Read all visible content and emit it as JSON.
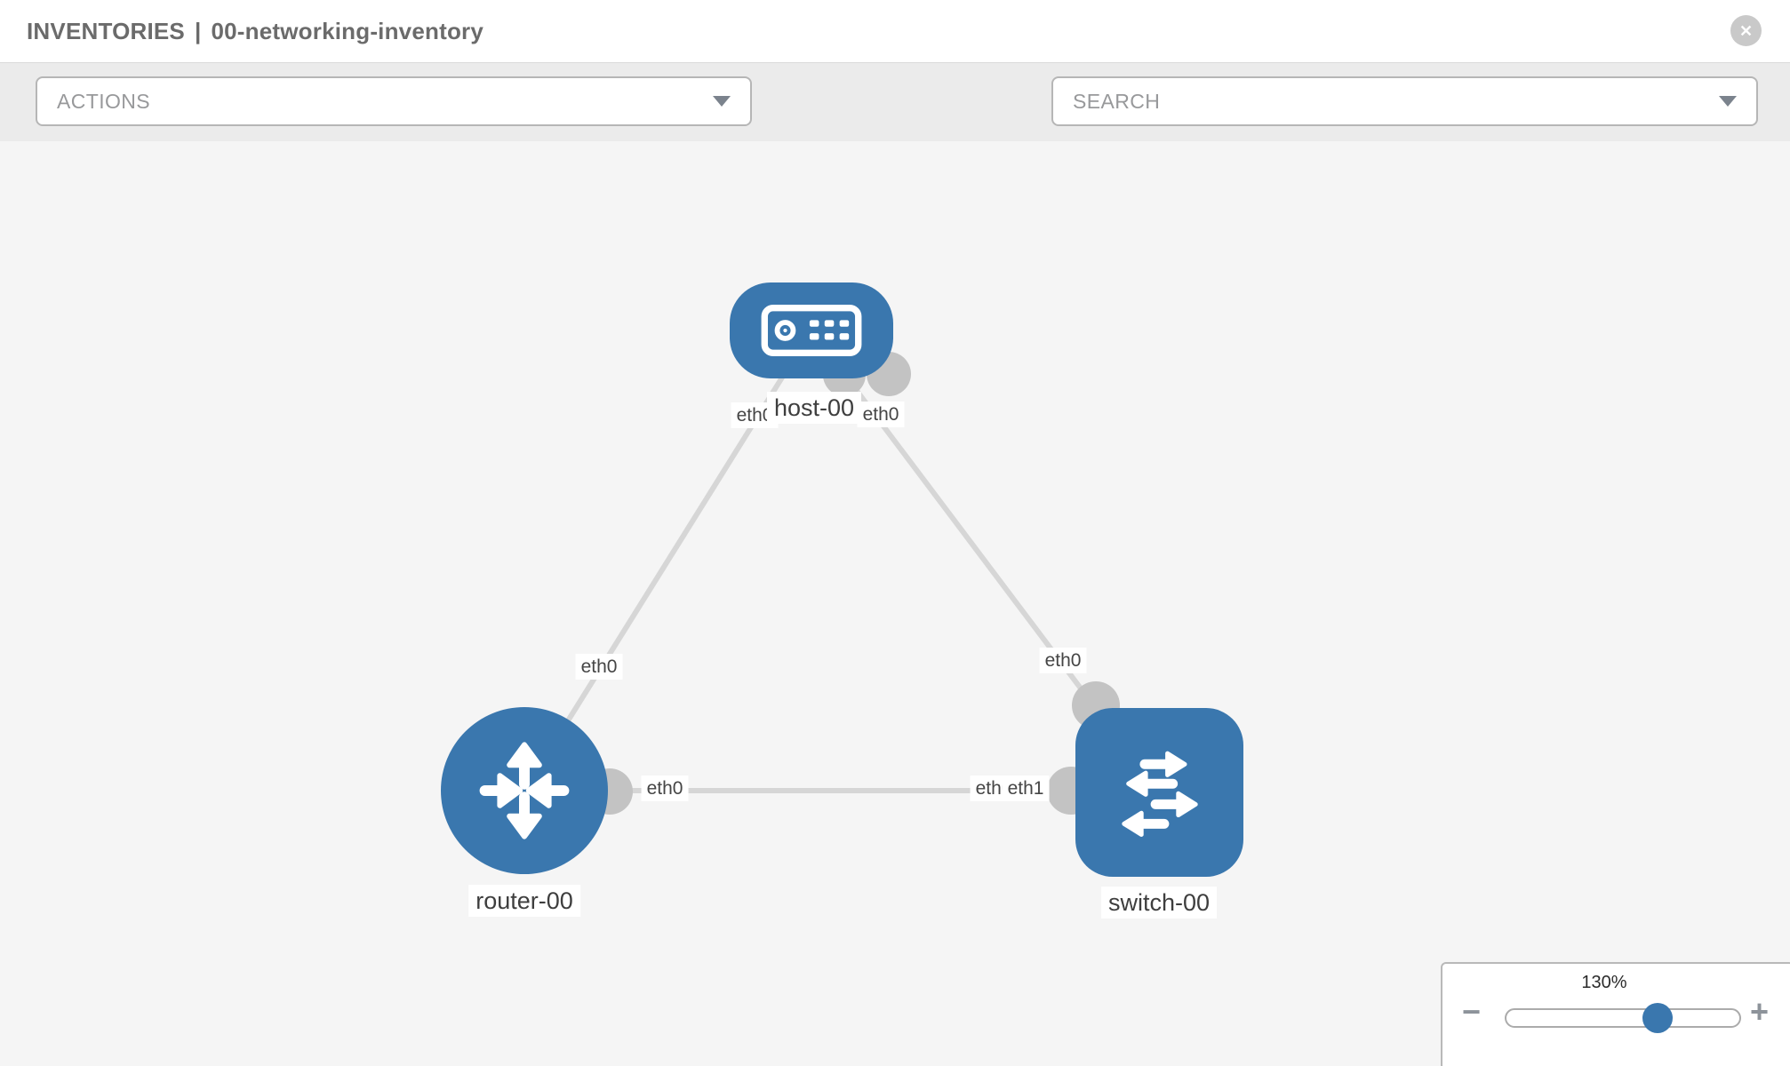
{
  "header": {
    "section_label": "INVENTORIES",
    "separator": "|",
    "inventory_name": "00-networking-inventory"
  },
  "toolbar": {
    "actions_label": "ACTIONS",
    "search_placeholder": "SEARCH"
  },
  "topology": {
    "nodes": [
      {
        "id": "host-00",
        "label": "host-00",
        "type": "host"
      },
      {
        "id": "router-00",
        "label": "router-00",
        "type": "router"
      },
      {
        "id": "switch-00",
        "label": "switch-00",
        "type": "switch"
      }
    ],
    "edges": [
      {
        "from": "host-00",
        "to": "router-00",
        "from_interface": "eth0",
        "to_interface": "eth0"
      },
      {
        "from": "host-00",
        "to": "switch-00",
        "from_interface": "eth0",
        "to_interface": "eth0"
      },
      {
        "from": "router-00",
        "to": "switch-00",
        "from_interface": "eth0",
        "to_interface": "eth1"
      }
    ],
    "interface_labels": [
      "eth0",
      "eth0",
      "eth0",
      "eth0",
      "eth0",
      "eth0",
      "eth1"
    ]
  },
  "zoom_control": {
    "percent": "130%"
  },
  "icons": {
    "close_glyph": "✕",
    "minus_glyph": "−",
    "plus_glyph": "+",
    "chevron_down": "css-triangle",
    "wrench": "svg-shape",
    "key": "svg-shape"
  },
  "colors": {
    "node_blue": "#3a77ae",
    "edge_gray": "#d6d6d6",
    "connector_gray": "#c3c3c3",
    "canvas_bg": "#f5f5f5",
    "toolbar_bg": "#ebebeb"
  }
}
